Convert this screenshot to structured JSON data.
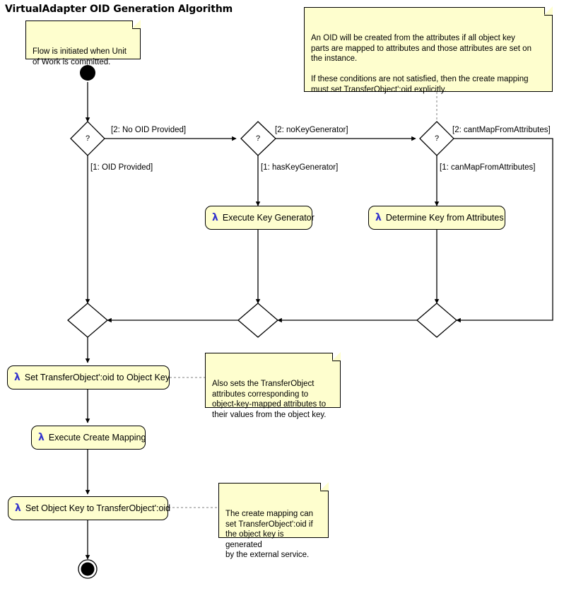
{
  "diagram": {
    "title": "VirtualAdapter OID Generation Algorithm",
    "type": "uml-activity-diagram",
    "colors": {
      "note_fill": "#FEFECE",
      "activity_fill": "#FEFECE",
      "stroke": "#000000",
      "lambda_icon": "#3333CC",
      "background": "#FFFFFF"
    }
  },
  "nodes": {
    "start": {
      "name": "start-node",
      "shape": "filled-circle"
    },
    "end": {
      "name": "end-node",
      "shape": "bullseye-circle"
    },
    "decisions": [
      {
        "id": "d1",
        "label": "?"
      },
      {
        "id": "d2",
        "label": "?"
      },
      {
        "id": "d3",
        "label": "?"
      }
    ],
    "merges": [
      {
        "id": "m1",
        "label": ""
      },
      {
        "id": "m2",
        "label": ""
      },
      {
        "id": "m3",
        "label": ""
      }
    ],
    "activities": [
      {
        "id": "a1",
        "icon": "lambda-icon",
        "icon_glyph": "λ",
        "label": "Execute Key Generator"
      },
      {
        "id": "a2",
        "icon": "lambda-icon",
        "icon_glyph": "λ",
        "label": "Determine Key from Attributes"
      },
      {
        "id": "a3",
        "icon": "lambda-icon",
        "icon_glyph": "λ",
        "label": "Set TransferObject':oid to Object Key"
      },
      {
        "id": "a4",
        "icon": "lambda-icon",
        "icon_glyph": "λ",
        "label": "Execute Create Mapping"
      },
      {
        "id": "a5",
        "icon": "lambda-icon",
        "icon_glyph": "λ",
        "label": "Set Object Key to TransferObject':oid"
      }
    ]
  },
  "edge_labels": {
    "d1_false": "[2: No OID Provided]",
    "d1_true": "[1: OID Provided]",
    "d2_false": "[2: noKeyGenerator]",
    "d2_true": "[1: hasKeyGenerator]",
    "d3_false": "[2: cantMapFromAttributes]",
    "d3_true": "[1: canMapFromAttributes]"
  },
  "notes": [
    {
      "id": "n1",
      "attached_to": "start-node",
      "text": "Flow is initiated when Unit\nof Work is committed."
    },
    {
      "id": "n2",
      "attached_to": "d3",
      "text": "An OID will be created from the attributes if all object key\nparts are mapped to attributes and those attributes are set on\nthe instance.\n\nIf these conditions are not satisfied, then the create mapping\nmust set TransferObject':oid explicitly."
    },
    {
      "id": "n3",
      "attached_to": "a3",
      "text": "Also sets the TransferObject\nattributes corresponding to\nobject-key-mapped attributes to\ntheir values from the object key."
    },
    {
      "id": "n4",
      "attached_to": "a5",
      "text": "The create mapping can\nset TransferObject':oid if\nthe object key is generated\nby the external service."
    }
  ]
}
